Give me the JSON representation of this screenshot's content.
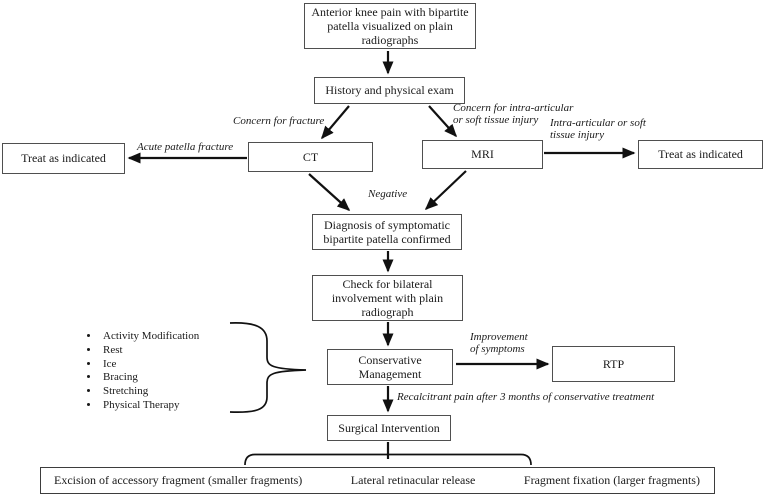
{
  "diagram": {
    "nodes": {
      "start": "Anterior knee pain with bipartite patella visualized on plain radiographs",
      "history": "History and physical exam",
      "ct": "CT",
      "mri": "MRI",
      "treat_left": "Treat as indicated",
      "treat_right": "Treat as indicated",
      "diagnosis": "Diagnosis of symptomatic bipartite patella confirmed",
      "bilateral": "Check for bilateral involvement with plain radiograph",
      "conservative": "Conservative Management",
      "rtp": "RTP",
      "surgical": "Surgical Intervention"
    },
    "surgical_options": [
      "Excision of accessory fragment (smaller fragments)",
      "Lateral retinacular release",
      "Fragment fixation (larger fragments)"
    ],
    "conservative_options": [
      "Activity Modification",
      "Rest",
      "Ice",
      "Bracing",
      "Stretching",
      "Physical Therapy"
    ],
    "edge_labels": {
      "concern_fracture": "Concern for fracture",
      "concern_intra": [
        "Concern for intra-articular",
        "or soft tissue injury"
      ],
      "acute_fracture": "Acute patella fracture",
      "intra_articular": [
        "Intra-articular or soft",
        "tissue injury"
      ],
      "negative": "Negative",
      "improvement": [
        "Improvement",
        "of symptoms"
      ],
      "recalcitrant": "Recalcitrant pain after 3 months of conservative treatment"
    },
    "colors": {
      "box_border": "#4f4f4f",
      "arrow": "#111111",
      "text": "#1a1a1a",
      "background": "#ffffff"
    }
  }
}
